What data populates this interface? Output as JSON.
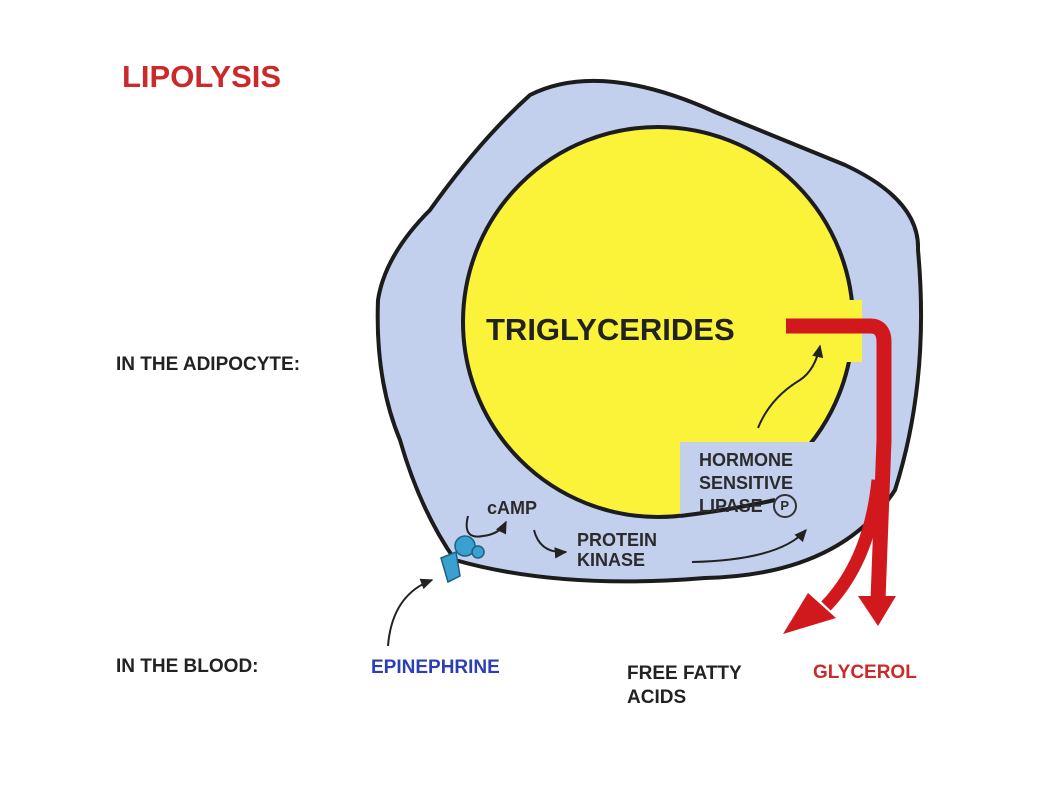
{
  "title": "LIPOLYSIS",
  "labels": {
    "in_adipocyte": "IN THE ADIPOCYTE:",
    "in_blood": "IN THE BLOOD:",
    "triglycerides": "TRIGLYCERIDES",
    "camp": "cAMP",
    "protein_kinase": [
      "PROTEIN",
      "KINASE"
    ],
    "hormone_sensitive_lipase": [
      "HORMONE",
      "SENSITIVE",
      "LIPASE"
    ],
    "phosphate": "P",
    "epinephrine": "EPINEPHRINE",
    "free_fatty_acids": [
      "FREE FATTY",
      "ACIDS"
    ],
    "glycerol": "GLYCEROL"
  },
  "colors": {
    "title": "#cc2a2a",
    "cell": "#c2d0ee",
    "triglyceride_droplet": "#fbf23a",
    "release_arrows": "#d1191d",
    "epinephrine": "#2b3fb5",
    "glycerol": "#cc2a2a",
    "receptor": "#3aa0cf"
  }
}
